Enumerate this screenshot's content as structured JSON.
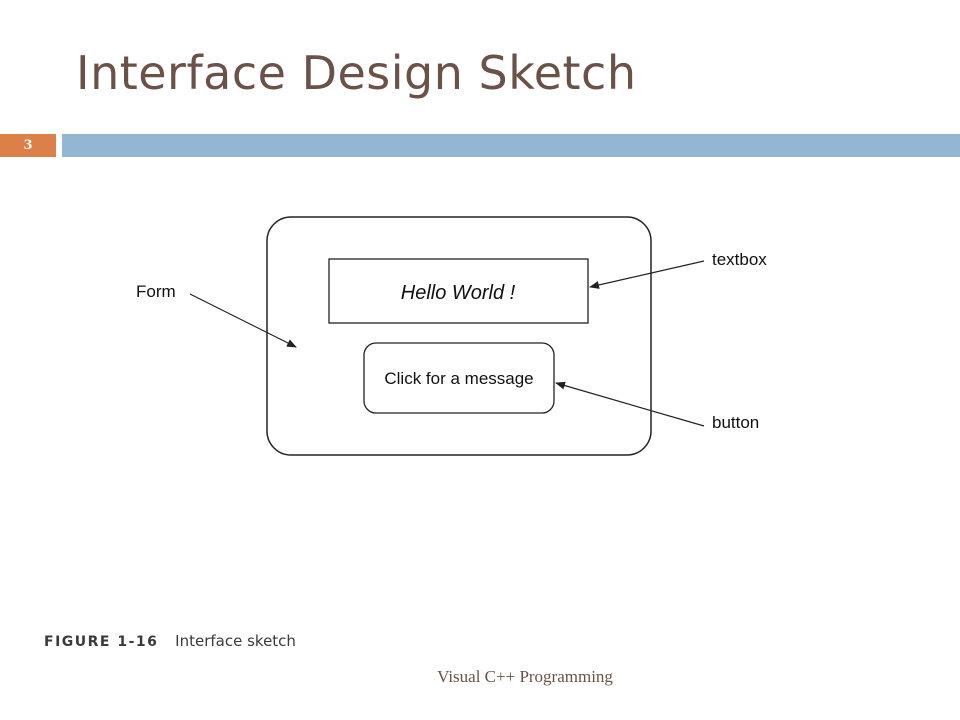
{
  "slide": {
    "title": "Interface Design Sketch",
    "number": "3",
    "footer": "Visual C++ Programming"
  },
  "colors": {
    "title": "#6b5248",
    "number_box": "#dd8047",
    "header_bar": "#94b6d2"
  },
  "sketch": {
    "textbox_text": "Hello World !",
    "button_text": "Click for a message",
    "callouts": {
      "form": "Form",
      "textbox": "textbox",
      "button": "button"
    }
  },
  "caption": {
    "label": "FIGURE 1-16",
    "text": "Interface sketch"
  }
}
